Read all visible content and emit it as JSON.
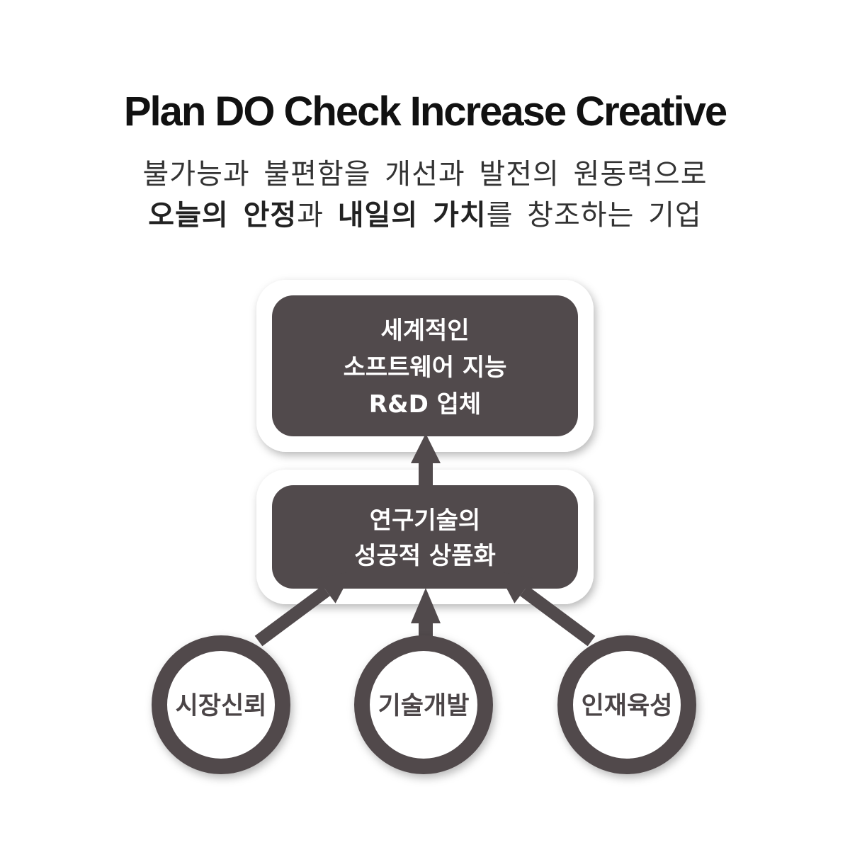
{
  "header": {
    "title": "Plan DO Check Increase Creative",
    "line1": "불가능과 불편함을 개선과 발전의 원동력으로",
    "line2": {
      "bold1": "오늘의 안정",
      "plain1": "과 ",
      "bold2": "내일의 가치",
      "plain2": "를 창조하는 기업"
    }
  },
  "diagram": {
    "colors": {
      "box": "#514a4c",
      "frame": "#ffffff",
      "arrow": "#514a4c",
      "circle_ring": "#514a4c",
      "circle_fill": "#ffffff"
    },
    "top_box": {
      "lines": [
        "세계적인",
        "소프트웨어 지능",
        "R&D 업체"
      ]
    },
    "middle_box": {
      "lines": [
        "연구기술의",
        "성공적 상품화"
      ]
    },
    "circles": [
      {
        "label": "시장신뢰"
      },
      {
        "label": "기술개발"
      },
      {
        "label": "인재육성"
      }
    ]
  }
}
